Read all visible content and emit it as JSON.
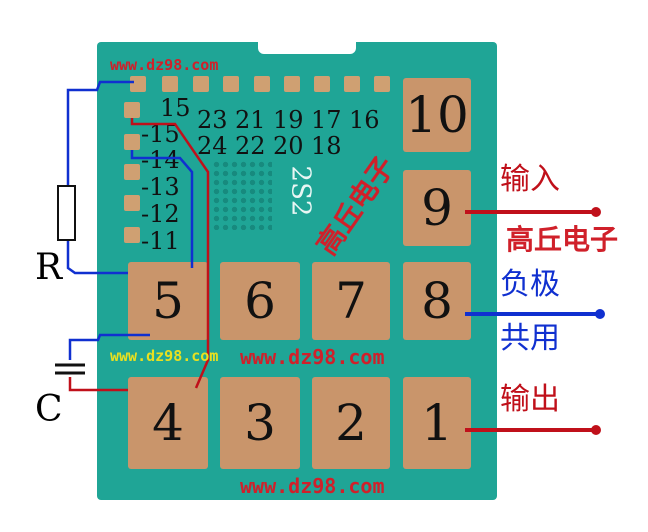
{
  "pads": [
    "10",
    "9",
    "5",
    "6",
    "7",
    "8",
    "4",
    "3",
    "2",
    "1"
  ],
  "pins_top": [
    "15",
    "23",
    "21",
    "19",
    "17",
    "16",
    "24",
    "22",
    "20",
    "18"
  ],
  "pins_left": [
    "-15",
    "-14",
    "-13",
    "-12",
    "-11"
  ],
  "watermark_url": "www.dz98.com",
  "watermark_cn": "高丘电子",
  "chip_marking": "2S2",
  "labels": {
    "input": "输入",
    "negative": "负极",
    "common": "共用",
    "output": "输出",
    "resistor": "R",
    "capacitor": "C"
  },
  "colors": {
    "board": "#1fa596",
    "pad": "#c9956b",
    "red": "#c0101a",
    "blue": "#1030d0"
  }
}
